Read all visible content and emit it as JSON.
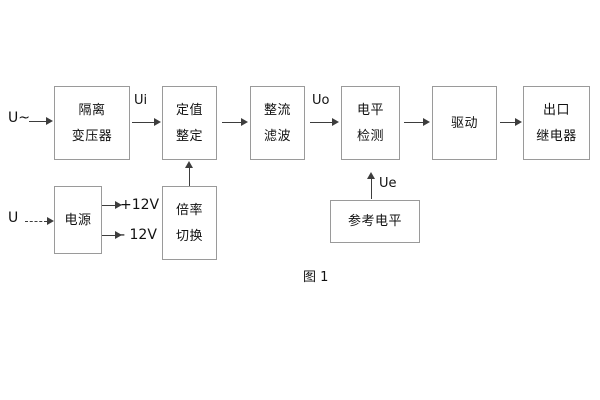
{
  "figure": {
    "caption": "图 1",
    "border_color": "#9a9a9a",
    "arrow_color": "#3d3d3d",
    "text_color": "#111111",
    "background": "#ffffff"
  },
  "blocks": [
    {
      "id": "isolation-transformer",
      "line1": "隔离",
      "line2": "变压器"
    },
    {
      "id": "setpoint-setting",
      "line1": "定值",
      "line2": "整定"
    },
    {
      "id": "rectify-filter",
      "line1": "整流",
      "line2": "滤波"
    },
    {
      "id": "level-detection",
      "line1": "电平",
      "line2": "检测"
    },
    {
      "id": "drive",
      "line1": "驱动",
      "line2": ""
    },
    {
      "id": "output-relay",
      "line1": "出口",
      "line2": "继电器"
    },
    {
      "id": "power-supply",
      "line1": "电源",
      "line2": ""
    },
    {
      "id": "multiplier-switch",
      "line1": "倍率",
      "line2": "切换"
    },
    {
      "id": "reference-level",
      "line1": "参考电平",
      "line2": ""
    }
  ],
  "labels": {
    "input_ac": "U~",
    "input_dc": "U",
    "ui": "Ui",
    "uo": "Uo",
    "ue": "Ue",
    "rail_positive": "+12V",
    "rail_negative": "- 12V"
  }
}
